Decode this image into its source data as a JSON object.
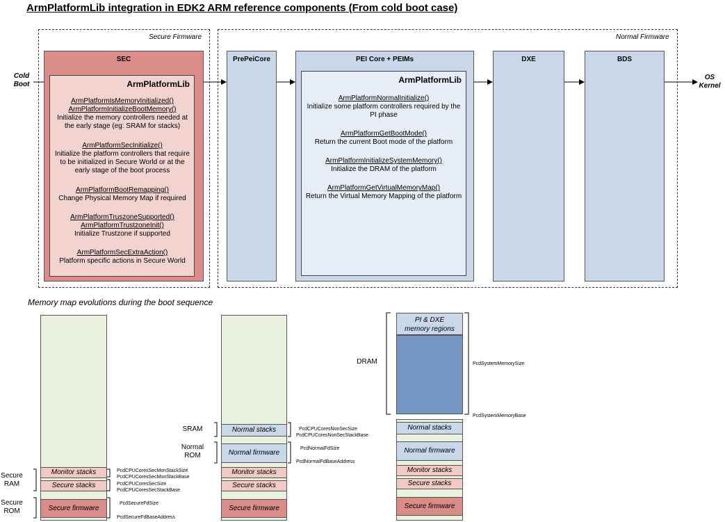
{
  "title": "ArmPlatformLib integration in EDK2 ARM reference components (From cold boot case)",
  "regions": {
    "secure": "Secure Firmware",
    "normal": "Normal Firmware"
  },
  "inputs": {
    "cold_boot": "Cold\nBoot",
    "os_kernel": "OS\nKernel"
  },
  "stages": {
    "sec": "SEC",
    "prepeicore": "PrePeiCore",
    "pei": "PEI Core + PEIMs",
    "dxe": "DXE",
    "bds": "BDS"
  },
  "sec_lib": {
    "title": "ArmPlatformLib",
    "groups": [
      {
        "functions": [
          "ArmPlatformIsMemoryInitialized()",
          "ArmPlatformInitializeBootMemory()"
        ],
        "description": "Initialize the memory controllers needed at the early stage (eg: SRAM for stacks)"
      },
      {
        "functions": [
          "ArmPlatformSecInitialize()"
        ],
        "description": "Initialize the platform controllers that require to be initialized in Secure World or at the early stage of the boot process"
      },
      {
        "functions": [
          "ArmPlatformBootRemapping()"
        ],
        "description": "Change Physical Memory Map if required"
      },
      {
        "functions": [
          "ArmPlatformTruszoneSupported()",
          "ArmPlatformTrustzoneInit()"
        ],
        "description": "Initialize Trustzone if supported"
      },
      {
        "functions": [
          "ArmPlatformSecExtraAction()"
        ],
        "description": "Platform specific actions in Secure World"
      }
    ]
  },
  "pei_lib": {
    "title": "ArmPlatformLib",
    "groups": [
      {
        "functions": [
          "ArmPlatformNormalInitialize()"
        ],
        "description": "Initialize some platform controllers required by the PI phase"
      },
      {
        "functions": [
          "ArmPlatformGetBootMode()"
        ],
        "description": "Return the current Boot mode of the platform"
      },
      {
        "functions": [
          "ArmPlatformInitializeSystemMemory()"
        ],
        "description": "Initialize the DRAM of the platform"
      },
      {
        "functions": [
          "ArmPlatformGetVirtualMemoryMap()"
        ],
        "description": "Return the Virtual Memory Mapping of the platform"
      }
    ]
  },
  "memory": {
    "caption": "Memory map evolutions during the boot sequence",
    "labels": {
      "secure_ram": "Secure\nRAM",
      "secure_rom": "Secure\nROM",
      "sram": "SRAM",
      "normal_rom": "Normal\nROM",
      "dram": "DRAM"
    },
    "bands": {
      "monitor_stacks": "Monitor stacks",
      "secure_stacks": "Secure stacks",
      "secure_firmware": "Secure firmware",
      "normal_stacks": "Normal stacks",
      "normal_firmware": "Normal firmware",
      "pi_dxe": "PI & DXE\nmemory regions"
    },
    "pcds": {
      "mon_stack_size": "PcdCPUCoresSecMonStackSize",
      "mon_stack_base": "PcdCPUCoresSecMonStackBase",
      "sec_stack_size": "PcdCPUCoresSecSize",
      "sec_stack_base": "PcdCPUCoresSecStackBase",
      "secure_fd_size": "PcdSecureFdSize",
      "secure_fd_base": "PcdSecureFdBaseAddress",
      "nonsec_size": "PcdCPUCoresNonSecSize",
      "nonsec_base": "PcdCPUCoresNonSecStackBase",
      "normal_fd_size": "PcdNormalFdSize",
      "normal_fd_base": "PcdNormalFdBaseAddress",
      "sys_mem_size": "PcdSystemMemorySize",
      "sys_mem_base": "PcdSystemMemoryBase"
    }
  },
  "colors": {
    "sec_fill": "#d98c88",
    "sec_lib_fill": "#f2d3cf",
    "normal_fill": "#c9d8e8",
    "pei_lib_fill": "#e6edf7",
    "memory_fill": "#eaf0de",
    "dram_fill": "#7596c3"
  }
}
